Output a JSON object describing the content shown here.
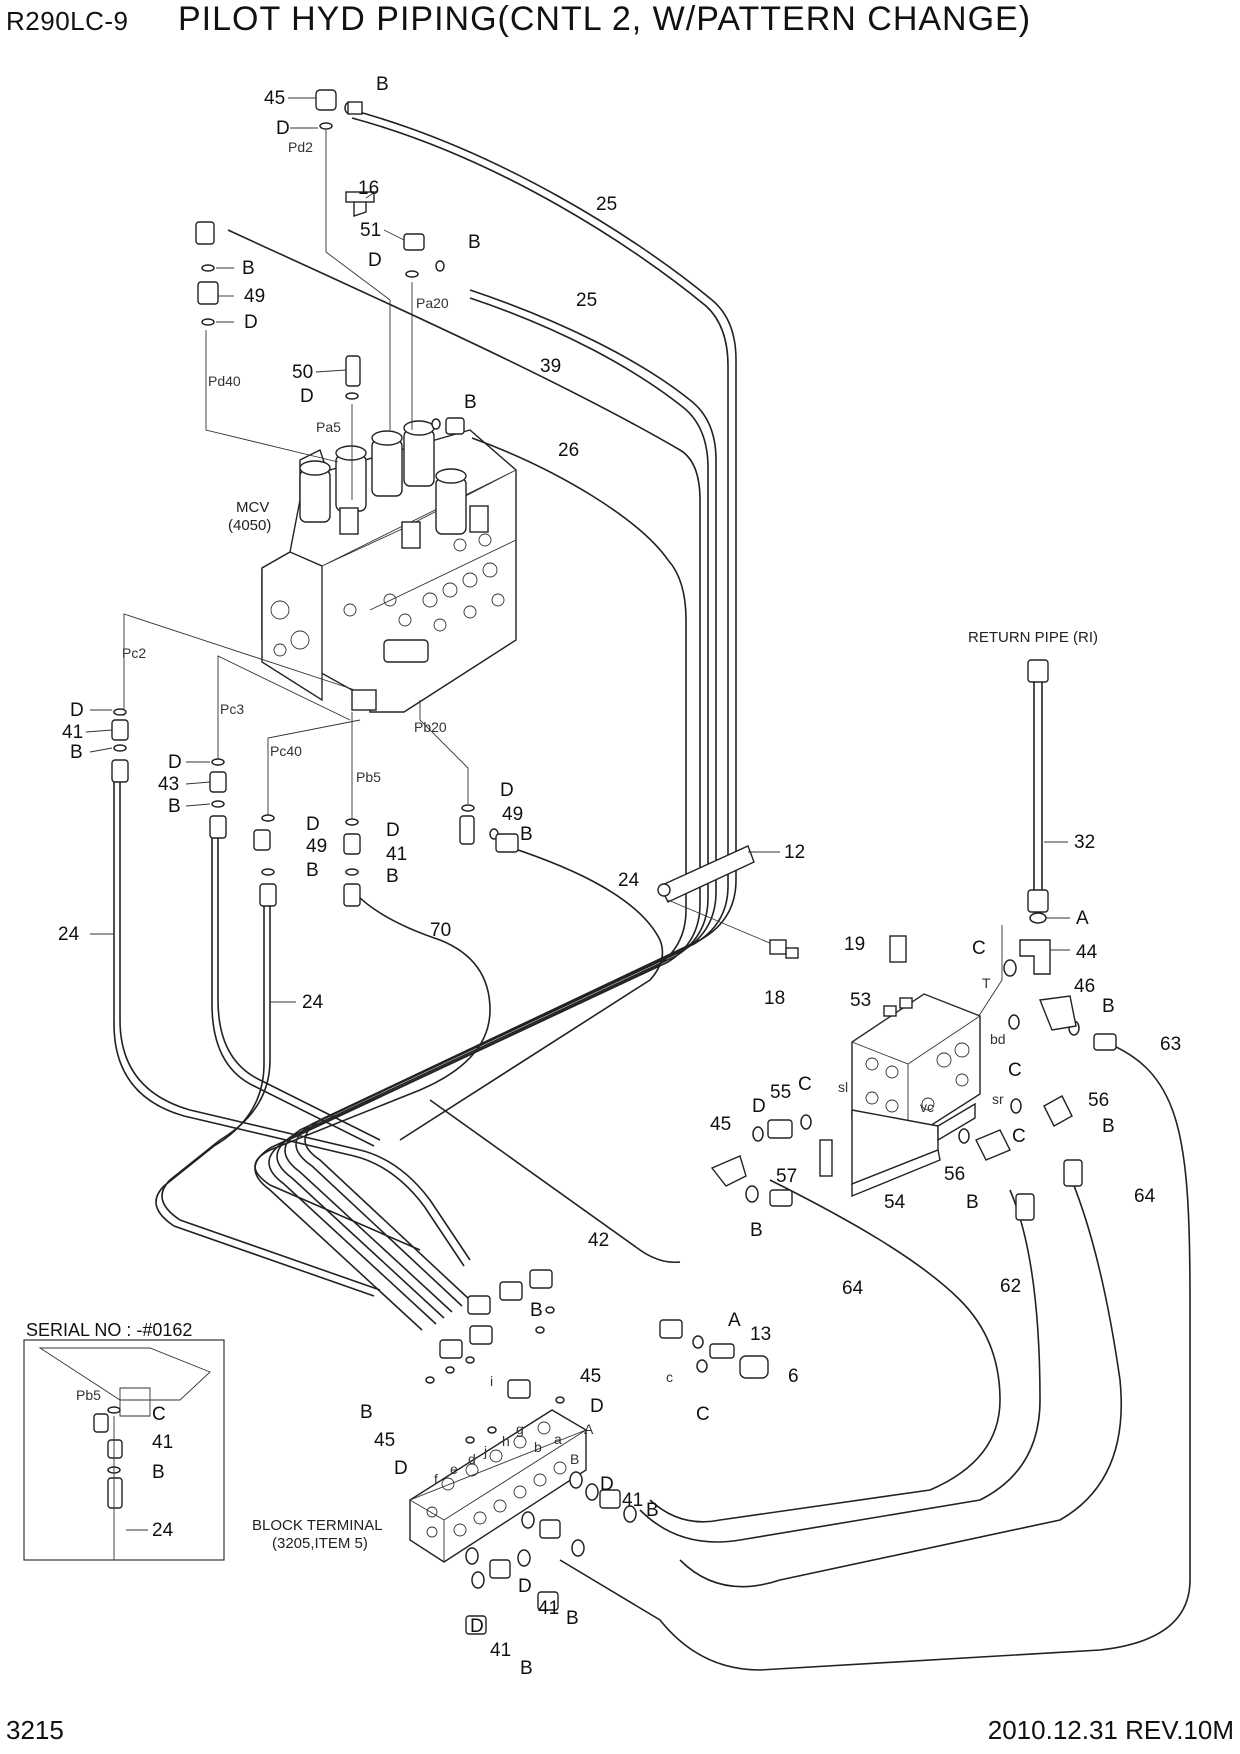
{
  "header": {
    "model": "R290LC-9",
    "title": "PILOT HYD PIPING(CNTL 2, W/PATTERN CHANGE)"
  },
  "footer": {
    "page": "3215",
    "revision": "2010.12.31  REV.10M"
  },
  "notes": {
    "mcv": "MCV",
    "mcv_code": "(4050)",
    "return_pipe": "RETURN PIPE (RI)",
    "block_terminal": "BLOCK TERMINAL",
    "block_terminal_ref": "(3205,ITEM 5)",
    "serial_no": "SERIAL NO : -#0162"
  },
  "port_labels": {
    "pd2": "Pd2",
    "pa20": "Pa20",
    "pd40": "Pd40",
    "pa5": "Pa5",
    "pc2": "Pc2",
    "pc3": "Pc3",
    "pc40": "Pc40",
    "pb5": "Pb5",
    "pb20": "Pb20",
    "pb5_inset": "Pb5",
    "t": "T",
    "bd": "bd",
    "sl": "sl",
    "vc": "vc",
    "sr": "sr",
    "a": "a",
    "b": "b",
    "c": "c",
    "d": "d",
    "e": "e",
    "f": "f",
    "g": "g",
    "h": "h",
    "i": "i",
    "j": "j",
    "A": "A",
    "B": "B"
  },
  "callouts": {
    "c45_top": "45",
    "cB_top": "B",
    "cD_top": "D",
    "c16": "16",
    "c51": "51",
    "cD_51": "D",
    "cB_51": "B",
    "c25_a": "25",
    "c25_b": "25",
    "cB_49a": "B",
    "c49_a": "49",
    "cD_49a": "D",
    "c50": "50",
    "cD_50": "D",
    "c39": "39",
    "cB_39": "B",
    "c26": "26",
    "cD_pc2": "D",
    "c41_pc2": "41",
    "cB_pc2": "B",
    "cD_pc3": "D",
    "c43": "43",
    "cB_pc3": "B",
    "cD_pc40": "D",
    "c49_b": "49",
    "cB_pc40": "B",
    "cD_pb5": "D",
    "c41_pb5": "41",
    "cB_pb5": "B",
    "cD_pb20": "D",
    "c49_c": "49",
    "cB_pb20": "B",
    "c24_left": "24",
    "c24_mid": "24",
    "c24_right": "24",
    "c70": "70",
    "c12": "12",
    "c18": "18",
    "c32": "32",
    "cA_32": "A",
    "cC_44": "C",
    "c44": "44",
    "c19": "19",
    "c53": "53",
    "c46": "46",
    "cB_46": "B",
    "cC_46": "C",
    "c63": "63",
    "c45_mid": "45",
    "cD_55": "D",
    "c55": "55",
    "cC_55": "C",
    "c57": "57",
    "c54": "54",
    "cB_45mid": "B",
    "c56_a": "56",
    "cB_56a": "B",
    "cC_56": "C",
    "c56_b": "56",
    "cB_56b": "B",
    "c64_a": "64",
    "c64_b": "64",
    "c62": "62",
    "c42": "42",
    "cA_13": "A",
    "c13": "13",
    "c6": "6",
    "cC_13": "C",
    "cB_bt1": "B",
    "c45_bt1": "45",
    "cB_bt2": "B",
    "cD_bt1": "D",
    "c45_bt2": "45",
    "cD_bt2": "D",
    "cD_bt3": "D",
    "c41_bt1": "41",
    "cB_bt3": "B",
    "cD_bt4": "D",
    "c41_bt2": "41",
    "cB_bt4": "B",
    "cD_bt5": "D",
    "c41_bt3": "41",
    "cB_bt5": "B",
    "cC_inset": "C",
    "c41_inset": "41",
    "cB_inset": "B",
    "c24_inset": "24"
  }
}
